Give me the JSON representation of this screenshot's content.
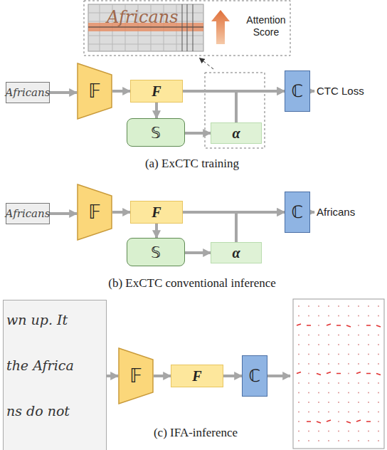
{
  "diagram": {
    "nodes": [
      {
        "text": [
          "Africans"
        ]
      },
      {
        "text": [
          "𝔽"
        ]
      },
      {
        "text": [
          "F"
        ]
      },
      {
        "text": [
          "𝕊"
        ]
      },
      {
        "text": [
          "α"
        ]
      },
      {
        "text": [
          "ℂ"
        ]
      },
      {
        "text": [
          "Africans"
        ]
      },
      {
        "text": [
          "𝔽"
        ]
      },
      {
        "text": [
          "F"
        ]
      },
      {
        "text": [
          "𝕊"
        ]
      },
      {
        "text": [
          "α"
        ]
      },
      {
        "text": [
          "ℂ"
        ]
      },
      {
        "text": [
          "wn up. It",
          "the Africa",
          "ns do not"
        ]
      },
      {
        "text": [
          "𝔽"
        ]
      },
      {
        "text": [
          "F"
        ]
      },
      {
        "text": [
          "ℂ"
        ]
      }
    ],
    "edges": [
      {
        "from": 0,
        "to": 1,
        "arrow": "to"
      },
      {
        "from": 1,
        "to": 2,
        "arrow": "to"
      },
      {
        "from": 2,
        "to": 5,
        "arrow": "to"
      },
      {
        "from": 2,
        "to": 3,
        "arrow": "to"
      },
      {
        "from": 3,
        "to": 4,
        "arrow": "to"
      },
      {
        "from": 4,
        "to": 5,
        "arrow": "to"
      },
      {
        "from": 6,
        "to": 7,
        "arrow": "to"
      },
      {
        "from": 7,
        "to": 8,
        "arrow": "to"
      },
      {
        "from": 8,
        "to": 11,
        "arrow": "to"
      },
      {
        "from": 8,
        "to": 9,
        "arrow": "to"
      },
      {
        "from": 9,
        "to": 10,
        "arrow": "to"
      },
      {
        "from": 10,
        "to": 11,
        "arrow": "to"
      },
      {
        "from": 12,
        "to": 13,
        "arrow": "to"
      },
      {
        "from": 13,
        "to": 14,
        "arrow": "to"
      },
      {
        "from": 14,
        "to": 15,
        "arrow": "to"
      }
    ],
    "labels": [
      "Attention Score",
      "Africans",
      "CTC Loss",
      "(a) ExCTC training",
      "Africans",
      "(b) ExCTC conventional inference",
      "(c) IFA-inference"
    ]
  }
}
